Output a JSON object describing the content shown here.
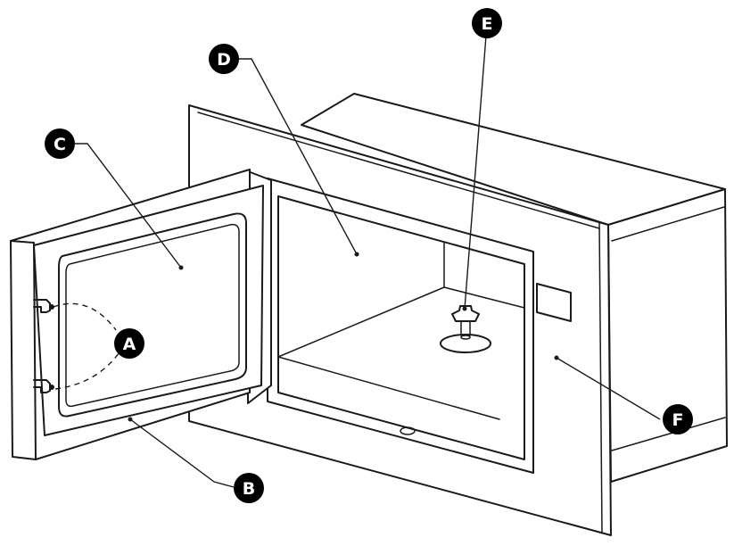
{
  "callouts": {
    "a": "A",
    "b": "B",
    "c": "C",
    "d": "D",
    "e": "E",
    "f": "F"
  },
  "colors": {
    "stroke": "#1a1a1a",
    "callout_fill": "#000000",
    "callout_text": "#ffffff",
    "background": "#ffffff"
  }
}
